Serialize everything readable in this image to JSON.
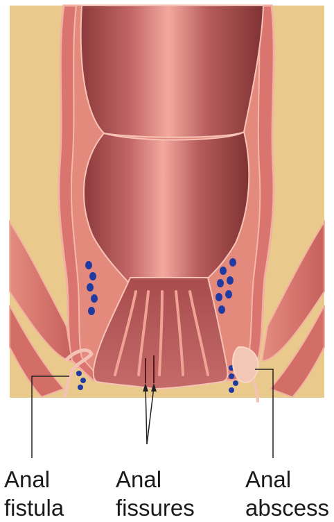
{
  "labels": {
    "fistula": {
      "line1": "Anal",
      "line2": "fistula"
    },
    "fissures": {
      "line1": "Anal",
      "line2": "fissures"
    },
    "abscess": {
      "line1": "Anal",
      "line2": "abscess"
    }
  },
  "colors": {
    "background_tissue": "#e9c98c",
    "muscle_wall": "#d9756e",
    "muscle_edge": "#f2b1a3",
    "lumen_dark": "#8d3a3c",
    "lumen_light": "#f3a99e",
    "vessel_dots": "#1f3aa0",
    "leader_lines": "#222222"
  }
}
